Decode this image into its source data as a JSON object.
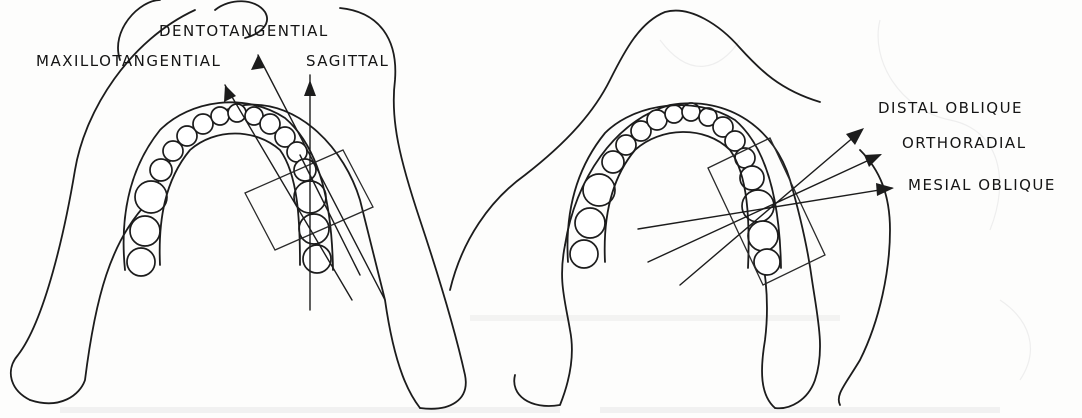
{
  "labels": {
    "dentotangential": "DENTOTANGENTIAL",
    "maxillotangential": "MAXILLOTANGENTIAL",
    "sagittal": "SAGITTAL",
    "distal_oblique": "DISTAL OBLIQUE",
    "orthoradial": "ORTHORADIAL",
    "mesial_oblique": "MESIAL OBLIQUE"
  },
  "colors": {
    "ink": "#1c1c1c",
    "paper": "#fdfdfc",
    "bleed_through": "#e4e4e4"
  }
}
